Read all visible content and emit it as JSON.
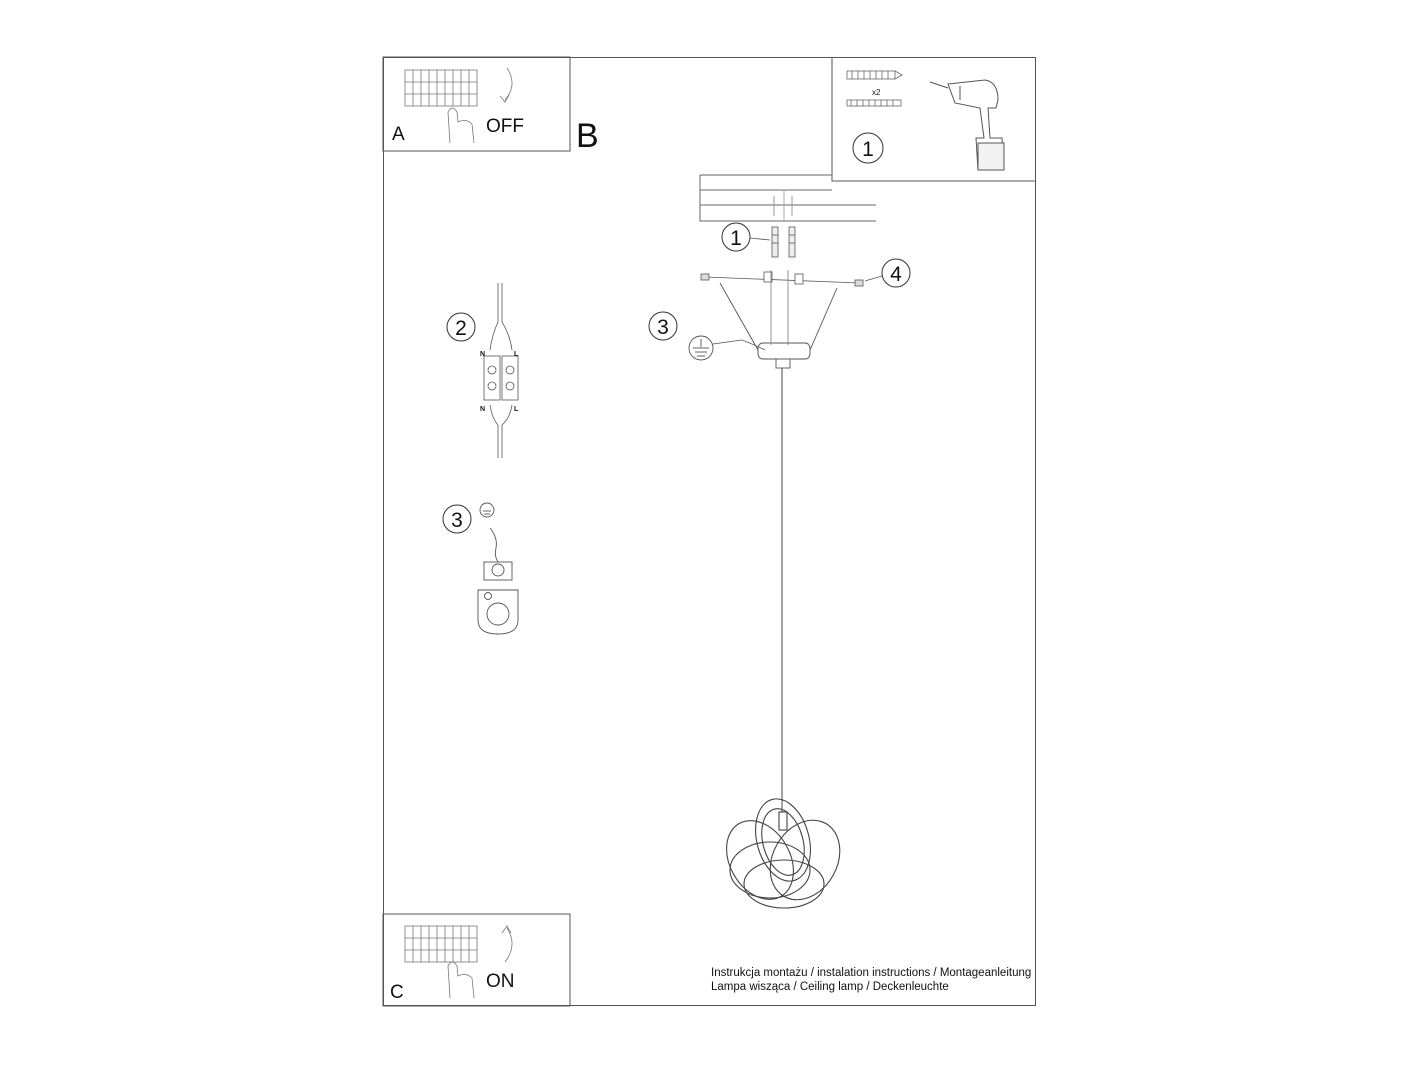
{
  "panel_a": {
    "letter": "A",
    "switch_state": "OFF"
  },
  "panel_b": {
    "letter": "B"
  },
  "panel_c": {
    "letter": "C",
    "switch_state": "ON"
  },
  "parts_box": {
    "step": "1",
    "quantity": "x2"
  },
  "callouts": {
    "anchors": "1",
    "terminal": "2",
    "ground": "3",
    "ground_detail": "3",
    "screws": "4"
  },
  "terminal_labels": {
    "top_n": "N",
    "top_l": "L",
    "bottom_n": "N",
    "bottom_l": "L"
  },
  "footer": {
    "line1": "Instrukcja montażu / instalation instructions / Montageanleitung",
    "line2": "Lampa wisząca / Ceiling lamp / Deckenleuchte"
  },
  "colors": {
    "line": "#555555",
    "text": "#111111",
    "background": "#ffffff"
  }
}
